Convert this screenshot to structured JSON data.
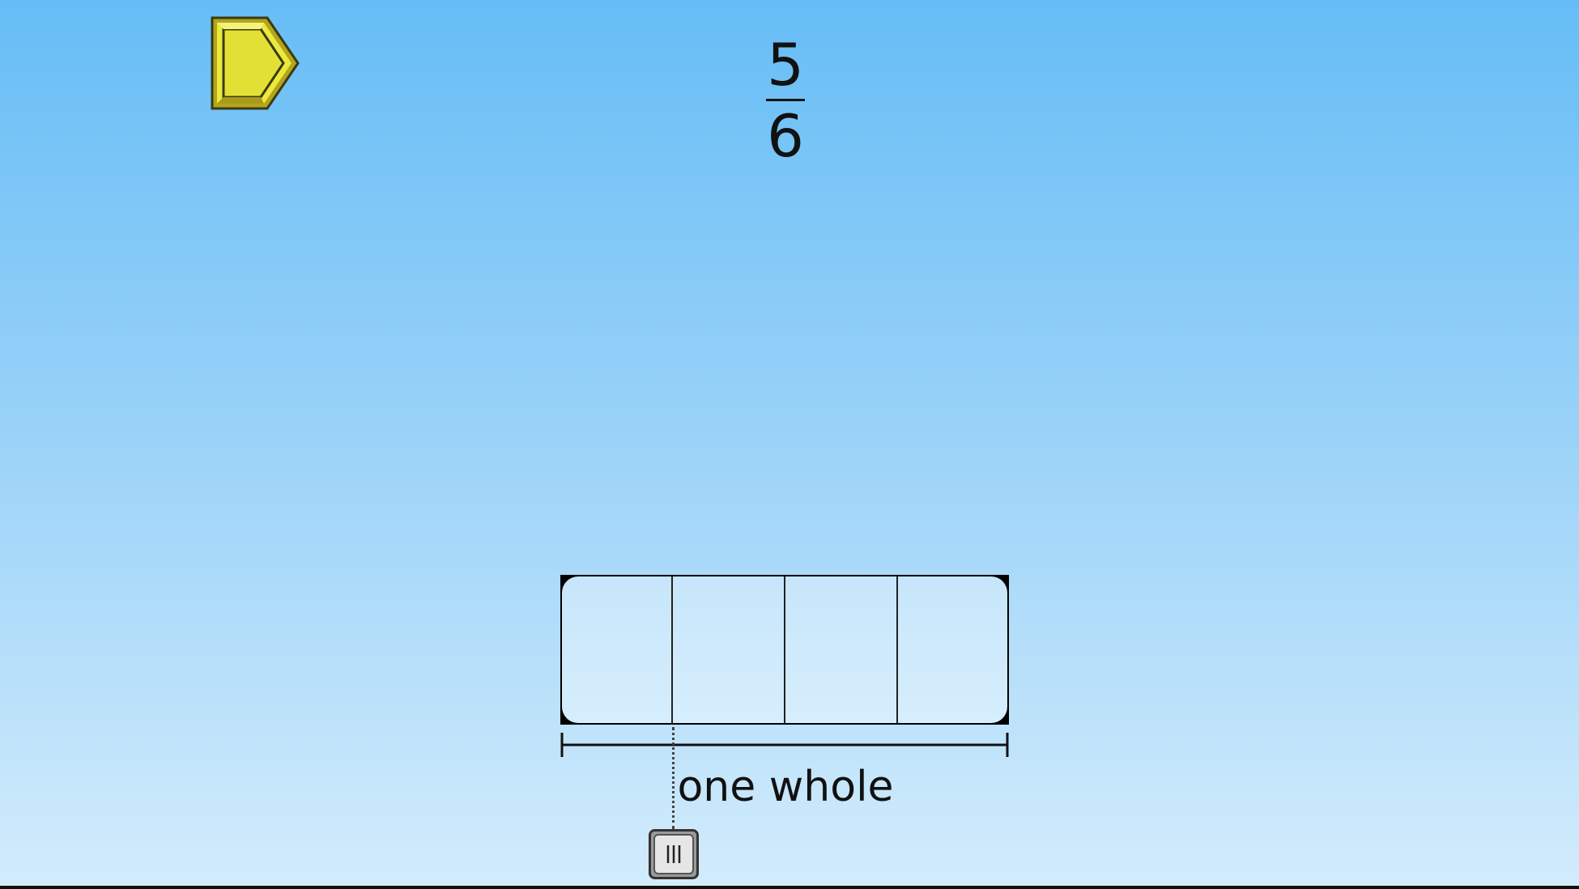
{
  "fraction": {
    "numerator": "5",
    "denominator": "6"
  },
  "model": {
    "parts": 4,
    "label": "one whole"
  },
  "icons": {
    "next": "next-arrow-icon",
    "handle": "partition-handle-icon"
  },
  "colors": {
    "button_yellow": "#e8e53a",
    "bar_fill": "#cde9fc"
  }
}
